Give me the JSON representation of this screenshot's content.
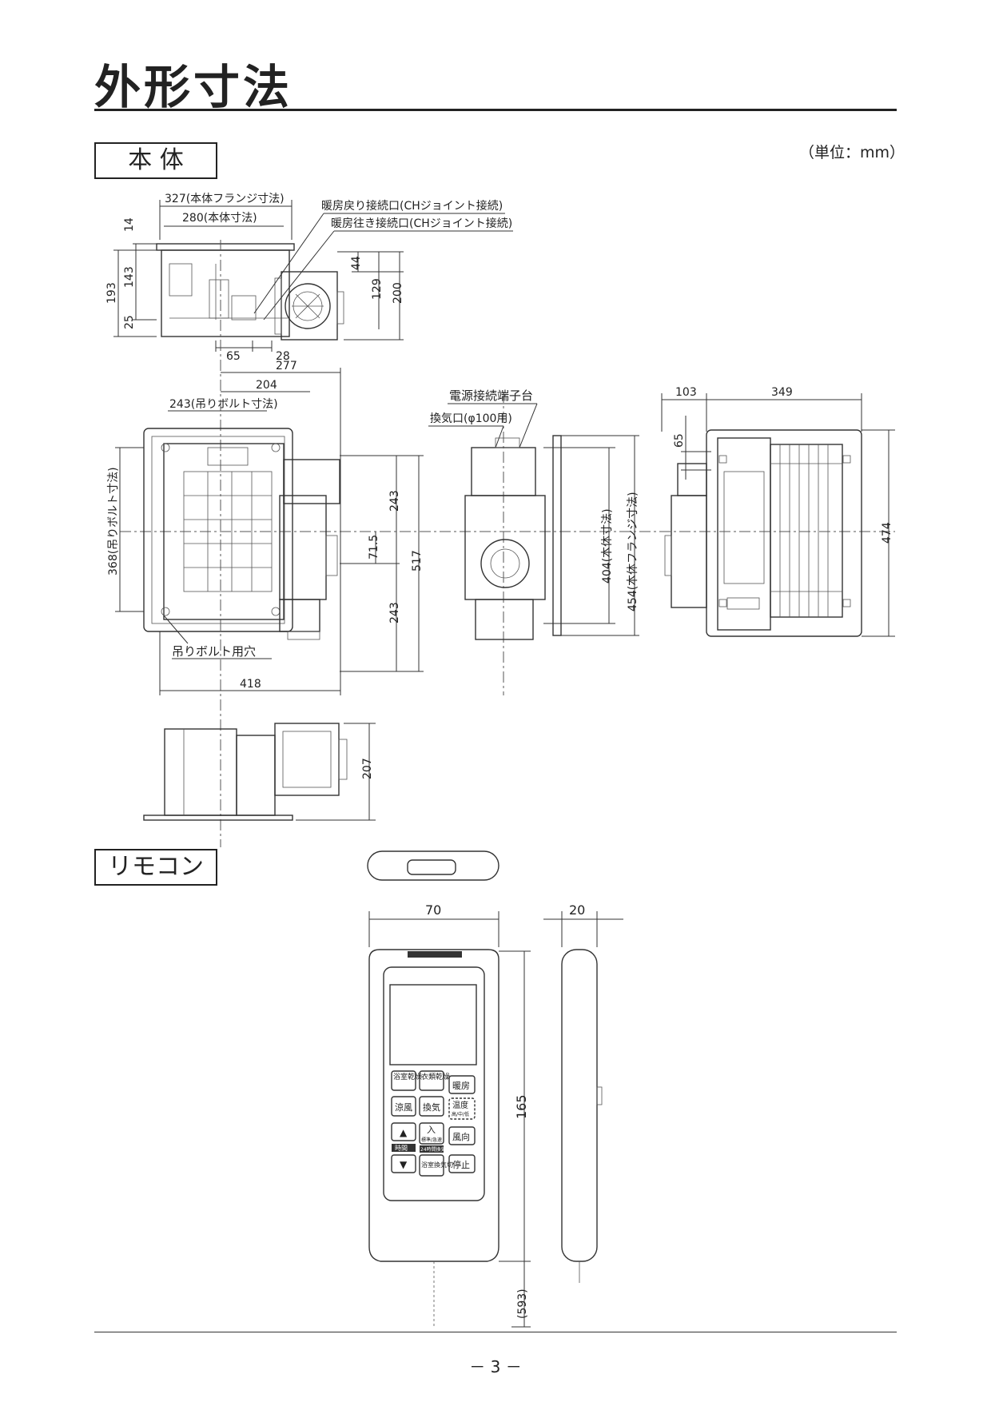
{
  "page": {
    "title": "外形寸法",
    "unit_note": "（単位：mm）",
    "page_number": "－ 3 －"
  },
  "sections": {
    "main_unit": "本 体",
    "remote": "リモコン"
  },
  "main_unit_labels": {
    "flange_width": "327(本体フランジ寸法)",
    "body_width": "280(本体寸法)",
    "return_port": "暖房戻り接続口(CHジョイント接続)",
    "supply_port": "暖房往き接続口(CHジョイント接続)",
    "d14": "14",
    "d193": "193",
    "d143": "143",
    "d25": "25",
    "d65": "65",
    "d28": "28",
    "d44": "44",
    "d129": "129",
    "d200": "200",
    "d277": "277",
    "d204": "204",
    "bolt_pitch": "243(吊りボルト寸法)",
    "bolt_pitch_v": "368(吊りボルト寸法)",
    "d243_top": "243",
    "d71_5": "71.5",
    "d517": "517",
    "d243_bottom": "243",
    "bolt_hole": "吊りボルト用穴",
    "d418": "418",
    "terminal": "電源接続端子台",
    "vent": "換気口(φ100用)",
    "body_height": "404(本体寸法)",
    "flange_height": "454(本体フランジ寸法)",
    "d103": "103",
    "d349": "349",
    "d65b": "65",
    "d474": "474",
    "d207": "207"
  },
  "remote_labels": {
    "width": "70",
    "depth": "20",
    "height": "165",
    "cord": "(593)",
    "buttons": {
      "bath_dry": "浴室乾燥",
      "cloth_dry": "衣類乾燥",
      "heat": "暖房",
      "cool": "涼風",
      "vent": "換気",
      "temp": "温度",
      "temp_sub": "高/中/低",
      "on": "入",
      "on_sub": "標準/急速",
      "dir": "風向",
      "timer": "時間",
      "timer24": "24時間換気",
      "bath_vent": "浴室換気切",
      "stop": "停止"
    }
  }
}
